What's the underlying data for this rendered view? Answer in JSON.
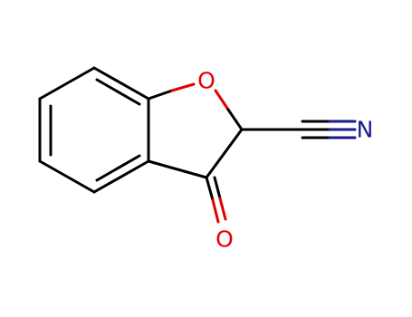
{
  "molecule": {
    "atoms": {
      "ring_oxygen": "O",
      "carbonyl_oxygen": "O",
      "nitrile_nitrogen": "N"
    },
    "colors": {
      "bond": "#000000",
      "oxygen": "#e60000",
      "nitrogen": "#1a1a8c"
    }
  }
}
